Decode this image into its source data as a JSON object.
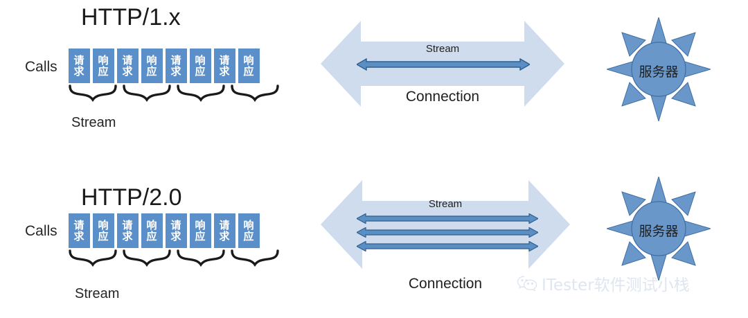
{
  "diagram": {
    "title_top": "HTTP/1.x",
    "title_bottom": "HTTP/2.0",
    "calls_label": "Calls",
    "stream_caption": "Stream",
    "cell_request": "请求",
    "cell_response": "响应",
    "cell_sequence": [
      "请求",
      "响应",
      "请求",
      "响应",
      "请求",
      "响应",
      "请求",
      "响应"
    ],
    "arrow_stream_label": "Stream",
    "arrow_connection_label": "Connection",
    "server_label": "服务器",
    "top_stream_count": 1,
    "bottom_stream_count": 3,
    "watermark_text": "ITester软件测试小栈",
    "colors": {
      "cell_fill": "#5b8fc9",
      "cell_strip_bg": "#4f81bd",
      "big_arrow_fill": "#cfdcee",
      "inner_arrow_fill": "#5b8fc4",
      "inner_arrow_stroke": "#2e5e8e",
      "server_fill": "#6a97c9",
      "text_dark": "#1f1f1f",
      "watermark": "#dfe6f0"
    }
  }
}
